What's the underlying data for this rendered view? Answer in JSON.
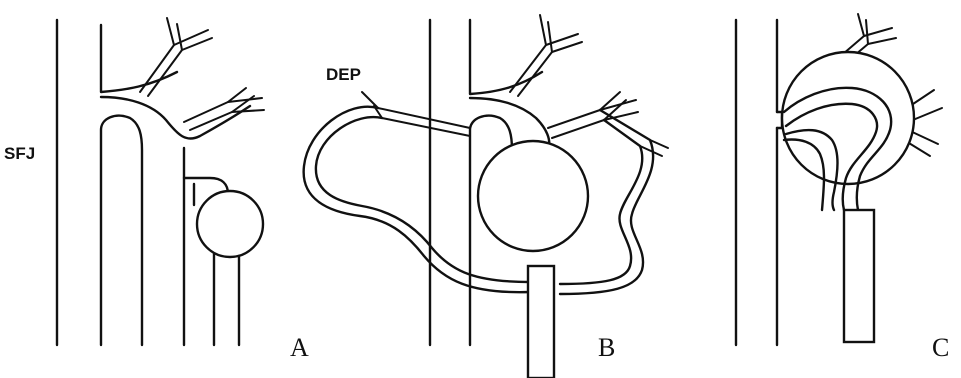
{
  "labels": {
    "sfj": "SFJ",
    "dep": "DEP"
  },
  "panels": {
    "a": "A",
    "b": "B",
    "c": "C"
  },
  "colors": {
    "ink": "#111111",
    "background": "#ffffff"
  }
}
